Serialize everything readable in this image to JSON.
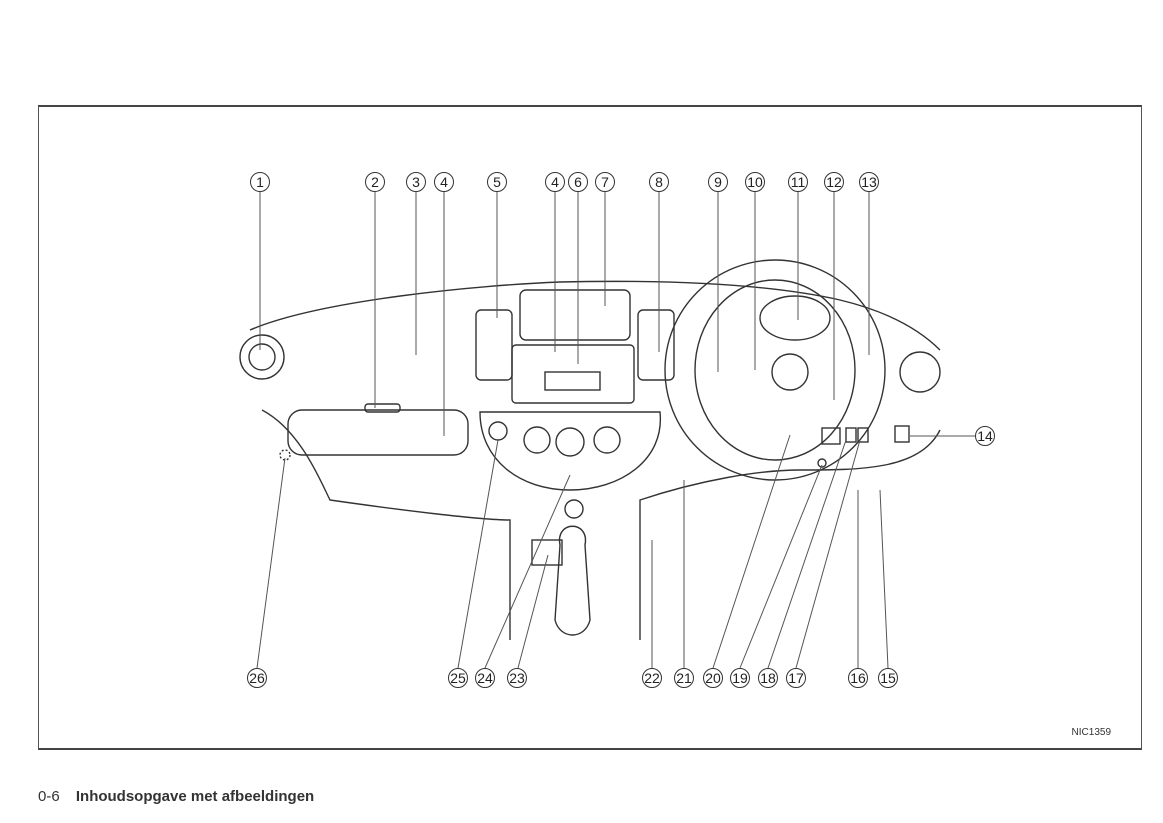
{
  "figure": {
    "code": "NIC1359",
    "top_callouts": [
      "1",
      "2",
      "3",
      "4",
      "5",
      "4",
      "6",
      "7",
      "8",
      "9",
      "10",
      "11",
      "12",
      "13"
    ],
    "right_callouts": [
      "14"
    ],
    "bottom_callouts": [
      "26",
      "25",
      "24",
      "23",
      "22",
      "21",
      "20",
      "19",
      "18",
      "17",
      "16",
      "15"
    ]
  },
  "footer": {
    "page_number": "0-6",
    "section_title": "Inhoudsopgave met afbeeldingen"
  }
}
